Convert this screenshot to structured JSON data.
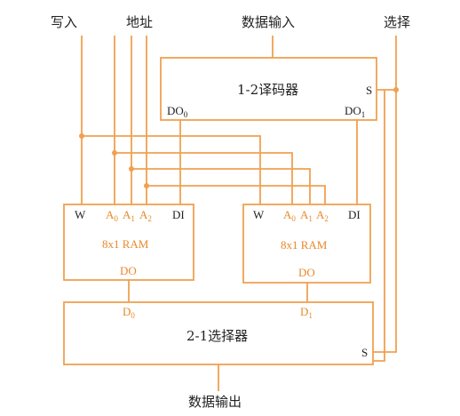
{
  "top_labels": {
    "write": "写入",
    "address": "地址",
    "data_in": "数据输入",
    "select": "选择"
  },
  "decoder": {
    "title": "1-2译码器",
    "s": "S",
    "do0": "DO",
    "do0_sub": "0",
    "do1": "DO",
    "do1_sub": "1"
  },
  "ram_left": {
    "title": "8x1 RAM",
    "w": "W",
    "a0": "A",
    "a0_sub": "0",
    "a1": "A",
    "a1_sub": "1",
    "a2": "A",
    "a2_sub": "2",
    "di": "DI",
    "do": "DO"
  },
  "ram_right": {
    "title": "8x1 RAM",
    "w": "W",
    "a0": "A",
    "a0_sub": "0",
    "a1": "A",
    "a1_sub": "1",
    "a2": "A",
    "a2_sub": "2",
    "di": "DI",
    "do": "DO"
  },
  "mux": {
    "title": "2-1选择器",
    "d0": "D",
    "d0_sub": "0",
    "d1": "D",
    "d1_sub": "1",
    "s": "S"
  },
  "bottom_label": "数据输出",
  "colors": {
    "wire": "#f0a050",
    "pin_orange": "#e8892a",
    "text": "#222222"
  }
}
